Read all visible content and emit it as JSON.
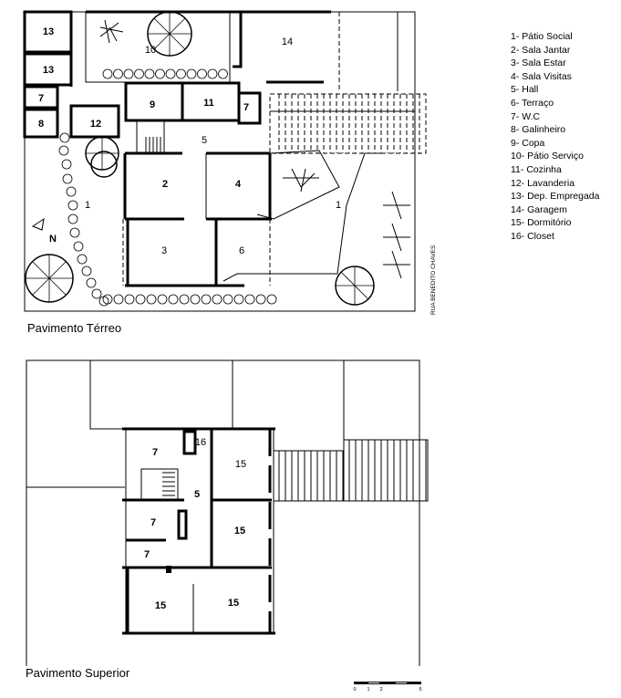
{
  "legend": [
    "1- Pátio Social",
    "2- Sala Jantar",
    "3- Sala Estar",
    "4- Sala Visitas",
    "5- Hall",
    "6- Terraço",
    "7- W.C",
    "8- Galinheiro",
    "9- Copa",
    "10- Pátio Serviço",
    "11- Cozinha",
    "12- Lavanderia",
    "13- Dep. Empregada",
    "14- Garagem",
    "15- Dormitório",
    "16- Closet"
  ],
  "ground_floor": {
    "title": "Pavimento Térreo",
    "street_label": "RUA BENEDITO CHAVES",
    "north_label": "N",
    "room_labels": [
      "13",
      "13",
      "7",
      "8",
      "12",
      "10",
      "14",
      "9",
      "11",
      "7",
      "5",
      "2",
      "4",
      "3",
      "6",
      "1",
      "1"
    ]
  },
  "upper_floor": {
    "title": "Pavimento Superior",
    "room_labels": [
      "7",
      "16",
      "15",
      "5",
      "7",
      "15",
      "7",
      "15",
      "15"
    ]
  },
  "scale_bar": {
    "ticks": [
      "0",
      "1",
      "2",
      "5"
    ]
  }
}
